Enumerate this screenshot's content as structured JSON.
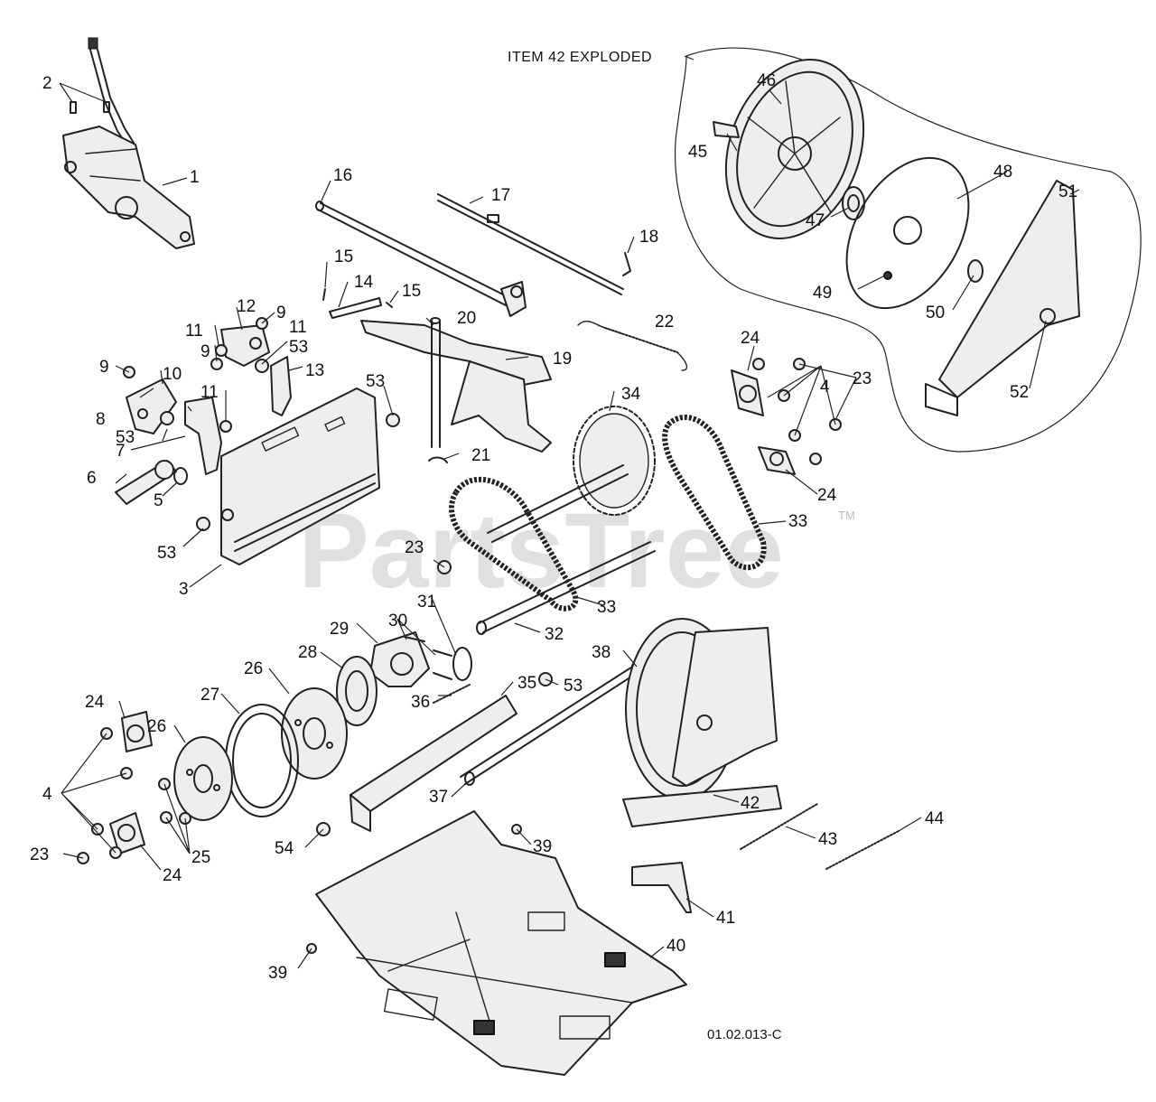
{
  "diagram": {
    "exploded_note": "ITEM 42 EXPLODED",
    "drawing_code": "01.02.013-C",
    "watermark": "PartsTree",
    "watermark_tm": "TM"
  },
  "callouts": [
    {
      "id": "c1",
      "text": "1"
    },
    {
      "id": "c2",
      "text": "2"
    },
    {
      "id": "c3",
      "text": "3"
    },
    {
      "id": "c4a",
      "text": "4"
    },
    {
      "id": "c4b",
      "text": "4"
    },
    {
      "id": "c5",
      "text": "5"
    },
    {
      "id": "c6",
      "text": "6"
    },
    {
      "id": "c7",
      "text": "7"
    },
    {
      "id": "c8",
      "text": "8"
    },
    {
      "id": "c9a",
      "text": "9"
    },
    {
      "id": "c9b",
      "text": "9"
    },
    {
      "id": "c9c",
      "text": "9"
    },
    {
      "id": "c10",
      "text": "10"
    },
    {
      "id": "c11a",
      "text": "11"
    },
    {
      "id": "c11b",
      "text": "11"
    },
    {
      "id": "c11c",
      "text": "11"
    },
    {
      "id": "c12",
      "text": "12"
    },
    {
      "id": "c13",
      "text": "13"
    },
    {
      "id": "c14",
      "text": "14"
    },
    {
      "id": "c15a",
      "text": "15"
    },
    {
      "id": "c15b",
      "text": "15"
    },
    {
      "id": "c16",
      "text": "16"
    },
    {
      "id": "c17",
      "text": "17"
    },
    {
      "id": "c18",
      "text": "18"
    },
    {
      "id": "c19",
      "text": "19"
    },
    {
      "id": "c20",
      "text": "20"
    },
    {
      "id": "c21",
      "text": "21"
    },
    {
      "id": "c22",
      "text": "22"
    },
    {
      "id": "c23a",
      "text": "23"
    },
    {
      "id": "c23b",
      "text": "23"
    },
    {
      "id": "c23c",
      "text": "23"
    },
    {
      "id": "c24a",
      "text": "24"
    },
    {
      "id": "c24b",
      "text": "24"
    },
    {
      "id": "c24c",
      "text": "24"
    },
    {
      "id": "c24d",
      "text": "24"
    },
    {
      "id": "c25",
      "text": "25"
    },
    {
      "id": "c26a",
      "text": "26"
    },
    {
      "id": "c26b",
      "text": "26"
    },
    {
      "id": "c27",
      "text": "27"
    },
    {
      "id": "c28",
      "text": "28"
    },
    {
      "id": "c29",
      "text": "29"
    },
    {
      "id": "c30",
      "text": "30"
    },
    {
      "id": "c31",
      "text": "31"
    },
    {
      "id": "c32",
      "text": "32"
    },
    {
      "id": "c33a",
      "text": "33"
    },
    {
      "id": "c33b",
      "text": "33"
    },
    {
      "id": "c34",
      "text": "34"
    },
    {
      "id": "c35",
      "text": "35"
    },
    {
      "id": "c36",
      "text": "36"
    },
    {
      "id": "c37",
      "text": "37"
    },
    {
      "id": "c38",
      "text": "38"
    },
    {
      "id": "c39a",
      "text": "39"
    },
    {
      "id": "c39b",
      "text": "39"
    },
    {
      "id": "c40",
      "text": "40"
    },
    {
      "id": "c41",
      "text": "41"
    },
    {
      "id": "c42",
      "text": "42"
    },
    {
      "id": "c43",
      "text": "43"
    },
    {
      "id": "c44",
      "text": "44"
    },
    {
      "id": "c45",
      "text": "45"
    },
    {
      "id": "c46",
      "text": "46"
    },
    {
      "id": "c47",
      "text": "47"
    },
    {
      "id": "c48",
      "text": "48"
    },
    {
      "id": "c49",
      "text": "49"
    },
    {
      "id": "c50",
      "text": "50"
    },
    {
      "id": "c51",
      "text": "51"
    },
    {
      "id": "c52",
      "text": "52"
    },
    {
      "id": "c53a",
      "text": "53"
    },
    {
      "id": "c53b",
      "text": "53"
    },
    {
      "id": "c53c",
      "text": "53"
    },
    {
      "id": "c53d",
      "text": "53"
    },
    {
      "id": "c53e",
      "text": "53"
    },
    {
      "id": "c54",
      "text": "54"
    }
  ]
}
